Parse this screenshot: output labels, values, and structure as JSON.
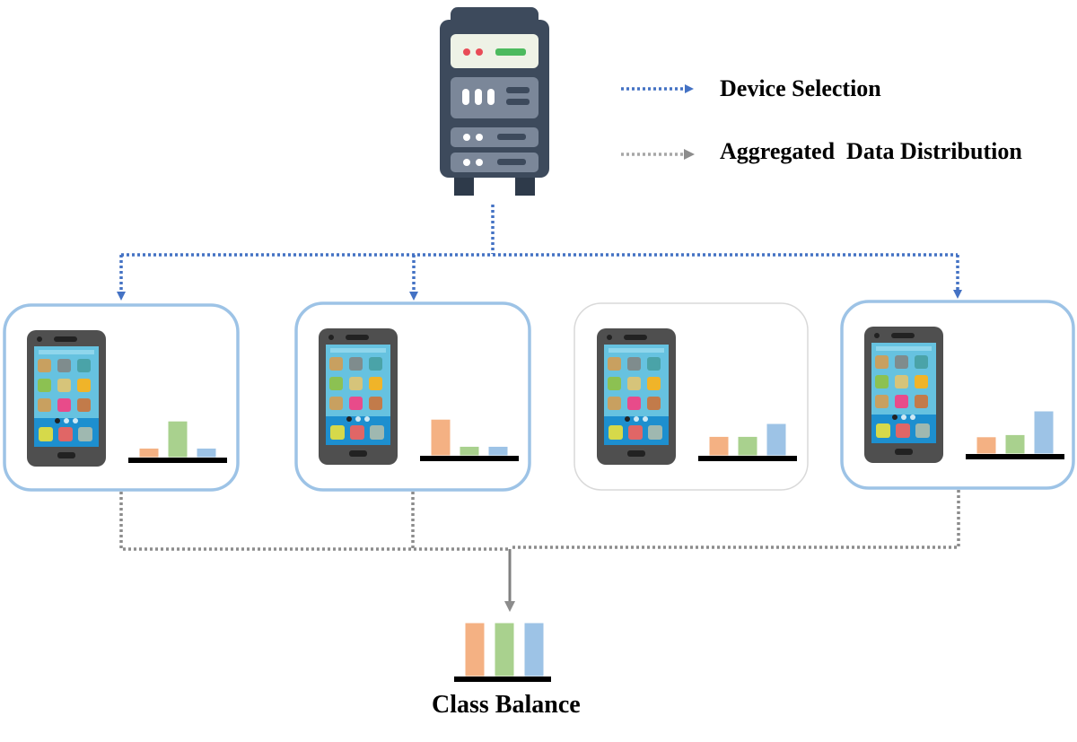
{
  "legend": {
    "device_selection": "Device Selection",
    "aggregated": "Aggregated  Data Distribution"
  },
  "caption": "Class Balance",
  "colors": {
    "selection_line": "#4472c4",
    "aggregation_line": "#8c8c8c",
    "selected_border": "#9dc3e6",
    "unselected_border": "#d9d9d9",
    "class_1": "#f4b183",
    "class_2": "#a9d18e",
    "class_3": "#9dc3e6",
    "server_body": "#3d4a5c",
    "server_panel": "#7b8799",
    "phone_body": "#4f4f4f",
    "phone_screen": "#66c2e0"
  },
  "server": {
    "icon": "server-icon"
  },
  "devices": [
    {
      "selected": true,
      "bars": [
        0.22,
        0.85,
        0.22
      ]
    },
    {
      "selected": true,
      "bars": [
        0.85,
        0.22,
        0.22
      ]
    },
    {
      "selected": false,
      "bars": [
        0.45,
        0.45,
        0.75
      ]
    },
    {
      "selected": true,
      "bars": [
        0.4,
        0.45,
        1.0
      ]
    }
  ],
  "balance_bars": [
    1.0,
    1.0,
    1.0
  ]
}
